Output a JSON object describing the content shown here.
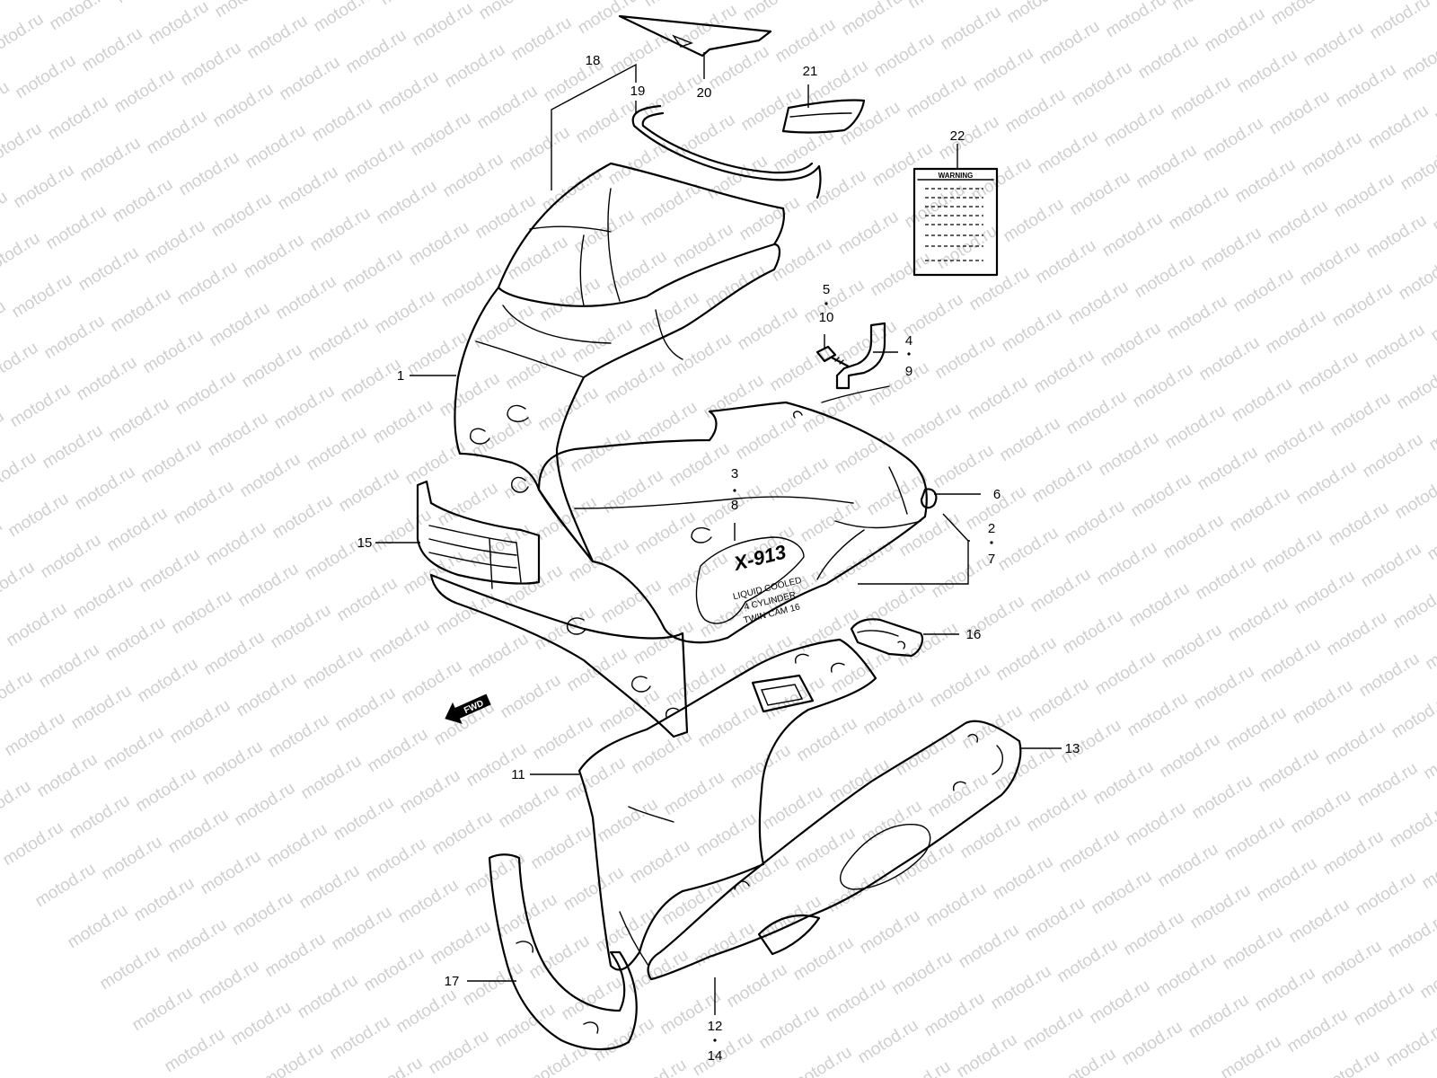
{
  "watermark": {
    "text": "motod.ru",
    "color": "#cfcfcf"
  },
  "callouts": {
    "c1": "1",
    "c2": "2",
    "c3": "3",
    "c4": "4",
    "c5": "5",
    "c6": "6",
    "c7": "7",
    "c8": "8",
    "c9": "9",
    "c10": "10",
    "c11": "11",
    "c12": "12",
    "c13": "13",
    "c14": "14",
    "c15": "15",
    "c16": "16",
    "c17": "17",
    "c18": "18",
    "c19": "19",
    "c20": "20",
    "c21": "21",
    "c22": "22"
  },
  "warning_label": {
    "title": "WARNING"
  },
  "decal": {
    "model": "X-913",
    "line1": "LIQUID COOLED",
    "line2": "4 CYLINDER",
    "line3": "TWIN CAM 16"
  },
  "fwd_arrow": {
    "label": "FWD"
  },
  "icons": {
    "bolt": "bolt-icon",
    "fwd": "fwd-arrow-icon"
  }
}
